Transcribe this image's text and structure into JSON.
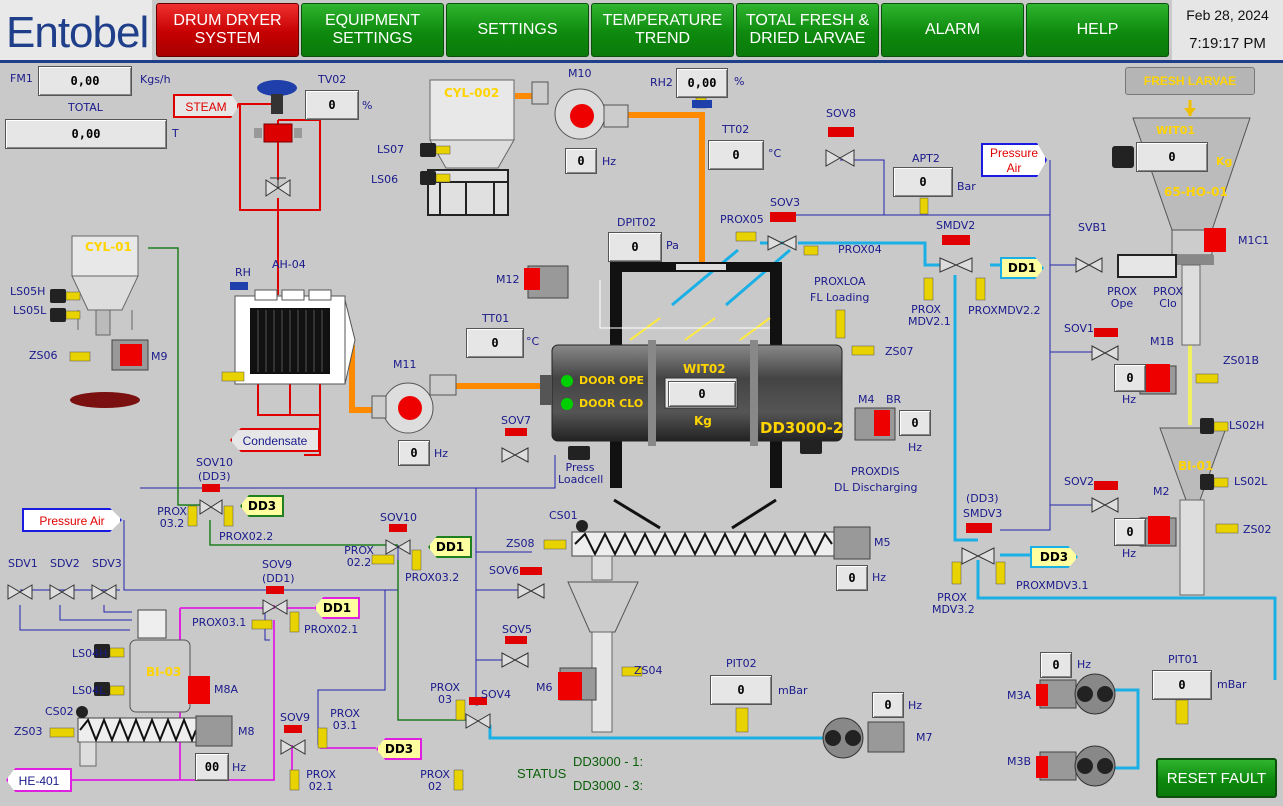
{
  "header": {
    "logo_text": "Entobel",
    "nav": [
      {
        "label": "DRUM DRYER SYSTEM",
        "active": true
      },
      {
        "label": "EQUIPMENT SETTINGS",
        "active": false
      },
      {
        "label": "SETTINGS",
        "active": false
      },
      {
        "label": "TEMPERATURE TREND",
        "active": false
      },
      {
        "label": "TOTAL FRESH & DRIED LARVAE",
        "active": false
      },
      {
        "label": "ALARM",
        "active": false
      },
      {
        "label": "HELP",
        "active": false
      }
    ],
    "date": "Feb 28, 2024",
    "time": "7:19:17 PM"
  },
  "colors": {
    "nav_active": "#c60000",
    "nav_normal": "#0e8a0e",
    "steam_pipe": "#e00000",
    "hot_air_pipe": "#ff8a00",
    "pneumatic_line": "#1ab0e6",
    "signal_line": "#2222aa",
    "dd3_line": "#e020e0",
    "dd1_line": "#208020"
  },
  "tags": {
    "fm1": {
      "label": "FM1",
      "value": "0,00",
      "unit": "Kgs/h"
    },
    "total": {
      "label": "TOTAL",
      "value": "0,00",
      "unit": "T"
    },
    "tv02": {
      "label": "TV02",
      "value": "0",
      "unit": "%"
    },
    "rh2": {
      "label": "RH2",
      "value": "0,00",
      "unit": "%"
    },
    "m10_hz": {
      "value": "0",
      "unit": "Hz"
    },
    "tt02": {
      "label": "TT02",
      "value": "0",
      "unit": "°C"
    },
    "apt2": {
      "label": "APT2",
      "value": "0",
      "unit": "Bar"
    },
    "wito1": {
      "label": "WIT01",
      "value": "0",
      "unit": "Kg"
    },
    "dpit02": {
      "label": "DPIT02",
      "value": "0",
      "unit": "Pa"
    },
    "tt01": {
      "label": "TT01",
      "value": "0",
      "unit": "°C"
    },
    "wito2": {
      "label": "WIT02",
      "value": "0",
      "unit": "Kg"
    },
    "m11_hz": {
      "value": "0",
      "unit": "Hz"
    },
    "m4_hz": {
      "value": "0",
      "unit": "Hz"
    },
    "m1b_hz": {
      "value": "0",
      "unit": "Hz"
    },
    "m2_hz": {
      "value": "0",
      "unit": "Hz"
    },
    "m5_hz": {
      "value": "0",
      "unit": "Hz"
    },
    "pit02": {
      "label": "PIT02",
      "value": "0",
      "unit": "mBar"
    },
    "m7_hz": {
      "value": "0",
      "unit": "Hz"
    },
    "m3a_hz": {
      "value": "0",
      "unit": "Hz"
    },
    "pit01": {
      "label": "PIT01",
      "value": "0",
      "unit": "mBar"
    },
    "m8_hz": {
      "value": "00",
      "unit": "Hz"
    }
  },
  "labels": {
    "steam": "STEAM",
    "condensate": "Condensate",
    "pressure_air_left": "Pressure Air",
    "pressure_air_right": "Pressure Air",
    "he401": "HE-401",
    "fresh_larvae": "FRESH LARVAE",
    "cyl002": "CYL-002",
    "cyl01": "CYL-01",
    "bi03": "BI-03",
    "bi01": "BI-01",
    "ho01": "65-HO-01",
    "dd3000": "DD3000-2",
    "door_ope": "DOOR OPE",
    "door_clo": "DOOR CLO",
    "ah04": "AH-04",
    "rh": "RH",
    "m10": "M10",
    "m11": "M11",
    "m12": "M12",
    "m9": "M9",
    "m4": "M4",
    "br": "BR",
    "m1c1": "M1C1",
    "m1b": "M1B",
    "m2": "M2",
    "m5": "M5",
    "m6": "M6",
    "m7": "M7",
    "m8": "M8",
    "m8a": "M8A",
    "m3a": "M3A",
    "m3b": "M3B",
    "ls07": "LS07",
    "ls06": "LS06",
    "ls05h": "LS05H",
    "ls05l": "LS05L",
    "ls04h": "LS04H",
    "ls04l": "LS04L",
    "ls02h": "LS02H",
    "ls02l": "LS02L",
    "zs06": "ZS06",
    "zs07": "ZS07",
    "zs01b": "ZS01B",
    "zs02": "ZS02",
    "zs04": "ZS04",
    "zs03": "ZS03",
    "zs08": "ZS08",
    "cs01": "CS01",
    "cs02": "CS02",
    "sov8": "SOV8",
    "sov3": "SOV3",
    "smdv2": "SMDV2",
    "svb1": "SVB1",
    "sov1": "SOV1",
    "sov2": "SOV2",
    "dd3_smdv3": "(DD3)",
    "smdv3": "SMDV3",
    "sov7": "SOV7",
    "sov10_dd3": "SOV10",
    "sov10_dd3_sub": "(DD3)",
    "sov10": "SOV10",
    "sov9_dd1": "SOV9",
    "sov9_dd1_sub": "(DD1)",
    "sov6": "SOV6",
    "sov5": "SOV5",
    "sov4": "SOV4",
    "sov9": "SOV9",
    "sdv1": "SDV1",
    "sdv2": "SDV2",
    "sdv3": "SDV3",
    "prox05": "PROX05",
    "prox04": "PROX04",
    "proxloa": "PROXLOA",
    "fl_loading": "FL Loading",
    "proxdis": "PROXDIS",
    "dl_discharging": "DL Discharging",
    "prox_mdv21": "PROX MDV2.1",
    "proxmdv22": "PROXMDV2.2",
    "prox_ope": "PROX Ope",
    "prox_clo": "PROX Clo",
    "prox_mdv32": "PROX MDV3.2",
    "proxmdv31": "PROXMDV3.1",
    "prox032": "PROX 03.2",
    "prox022": "PROX02.2",
    "prox_022": "PROX 02.2",
    "prox032b": "PROX03.2",
    "prox031": "PROX03.1",
    "prox021": "PROX02.1",
    "prox_03": "PROX 03",
    "prox_031": "PROX 03.1",
    "prox_021": "PROX 02.1",
    "prox_02": "PROX 02",
    "press_loadcell": "Press Loadcell",
    "dd1": "DD1",
    "dd3": "DD3"
  },
  "status": {
    "label": "STATUS",
    "line1": "DD3000 - 1:",
    "line2": "DD3000 - 3:"
  },
  "reset_label": "RESET FAULT"
}
